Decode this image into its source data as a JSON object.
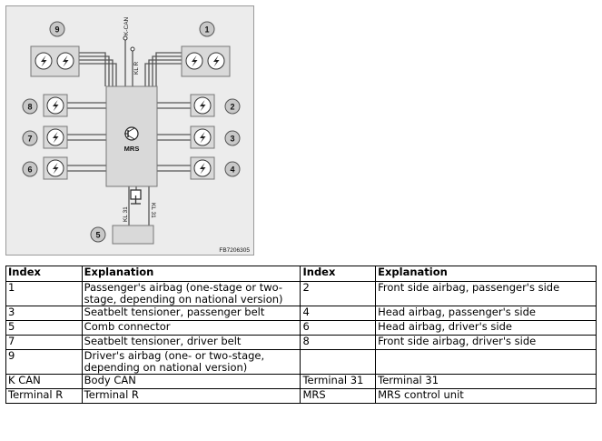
{
  "diagram": {
    "labels": {
      "k_can": "K-CAN",
      "kl_r": "KL R",
      "mrs": "MRS",
      "kl31_left": "KL 31",
      "kl31_right": "KL 31",
      "figure_code": "FB7206305"
    },
    "callouts": [
      "1",
      "2",
      "3",
      "4",
      "5",
      "6",
      "7",
      "8",
      "9"
    ],
    "icons": {
      "igniter": "lightning-icon",
      "control_unit": "transistor-icon",
      "ground": "ground-icon"
    },
    "colors": {
      "background": "#ececec",
      "module": "#d9d9d9",
      "callout": "#c8c8c8",
      "wire": "#555555"
    }
  },
  "table": {
    "headers": [
      "Index",
      "Explanation",
      "Index",
      "Explanation"
    ],
    "rows": [
      [
        "1",
        "Passenger's airbag (one-stage or two-stage, depending on national version)",
        "2",
        "Front side airbag, passenger's side"
      ],
      [
        "3",
        "Seatbelt tensioner, passenger belt",
        "4",
        "Head airbag, passenger's side"
      ],
      [
        "5",
        "Comb connector",
        "6",
        "Head airbag, driver's side"
      ],
      [
        "7",
        "Seatbelt tensioner, driver belt",
        "8",
        "Front side airbag, driver's side"
      ],
      [
        "9",
        "Driver's airbag (one- or two-stage, depending on national version)",
        "",
        ""
      ],
      [
        "K CAN",
        "Body CAN",
        "Terminal 31",
        "Terminal 31"
      ],
      [
        "Terminal R",
        "Terminal R",
        "MRS",
        "MRS control unit"
      ]
    ]
  }
}
